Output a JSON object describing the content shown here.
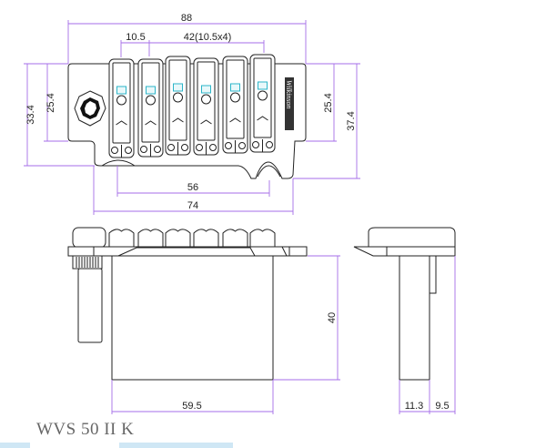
{
  "model": "WVS 50 II K",
  "brand_logo_text": "Wilkinson",
  "colors": {
    "dimension_line": "#a66ee8",
    "drawing_line": "#222222",
    "saddle_accent": "#2bb5c8"
  },
  "top_view": {
    "dimensions": {
      "overall_width": "88",
      "string_spacing": "10.5",
      "spacing_span": "42(10.5x4)",
      "left_height_outer": "33.4",
      "left_height_inner": "25.4",
      "right_height_inner": "25.4",
      "right_height_outer": "37.4",
      "stud_spacing": "56",
      "base_width": "74"
    },
    "saddle_count": 6
  },
  "front_view": {
    "dimensions": {
      "block_height": "40",
      "block_width": "59.5"
    }
  },
  "side_view": {
    "dimensions": {
      "block_depth": "11.3",
      "offset": "9.5"
    }
  }
}
